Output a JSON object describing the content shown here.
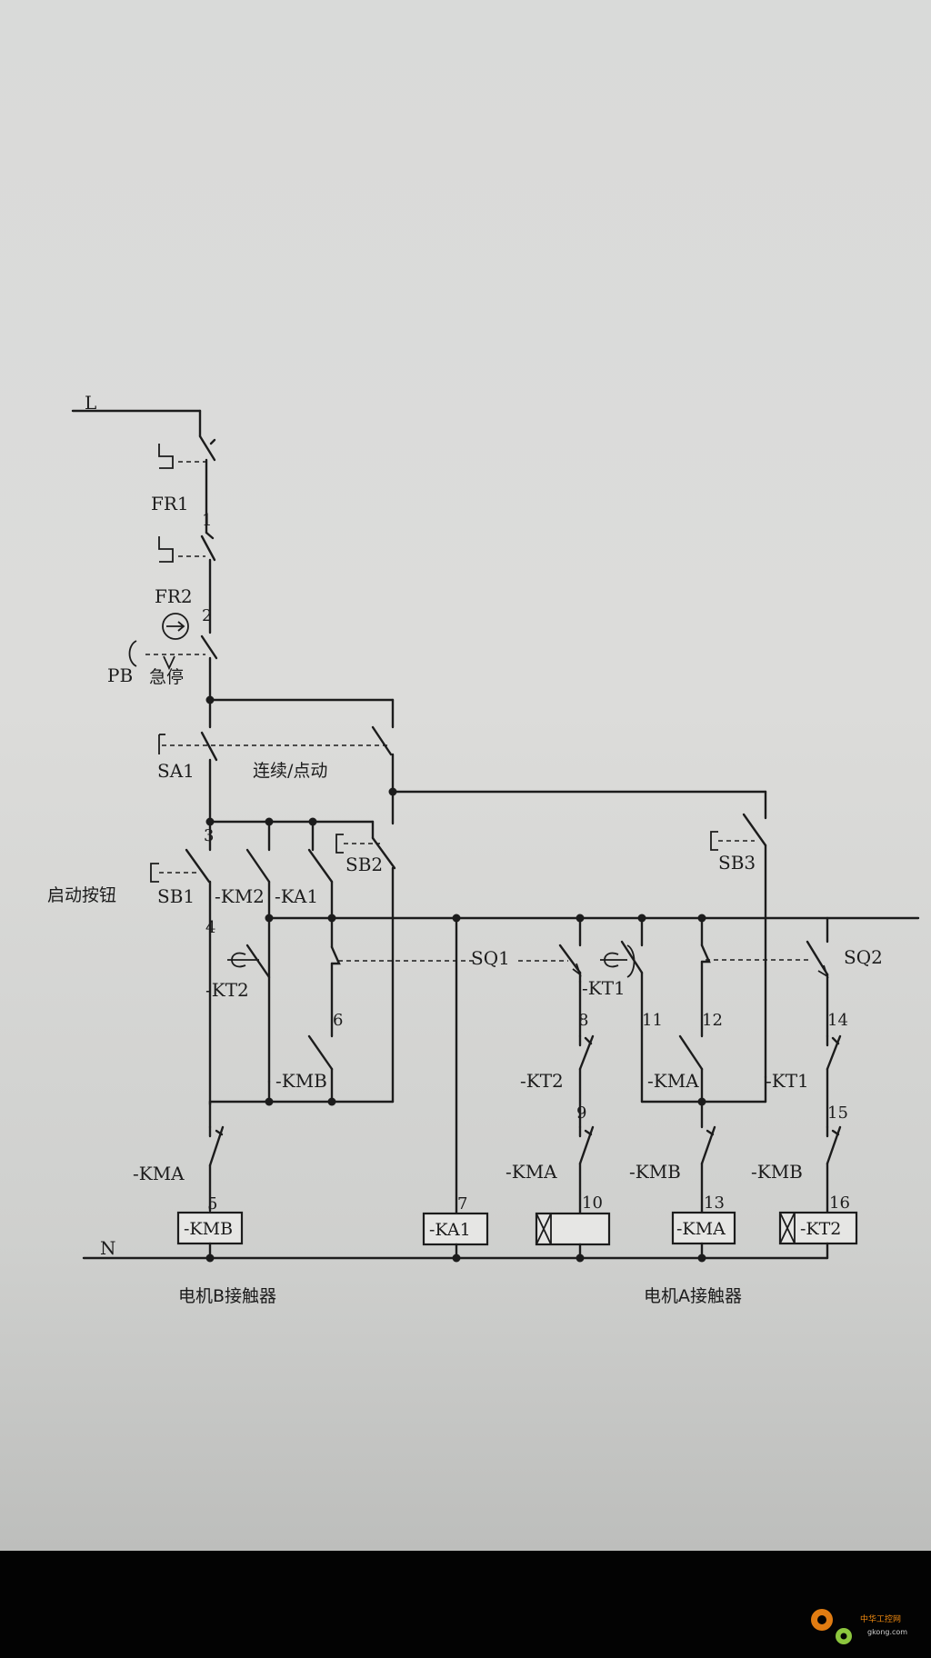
{
  "rails": {
    "line": "L",
    "neutral": "N"
  },
  "components": {
    "fr1": "FR1",
    "fr2": "FR2",
    "pb": "PB",
    "pb_cn": "急停",
    "sa1": "SA1",
    "sa1_cn": "连续/点动",
    "sb1": "SB1",
    "sb1_cn": "启动按钮",
    "sb2": "SB2",
    "sb3": "SB3",
    "km2": "-KM2",
    "ka1_contact": "-KA1",
    "kt2_contact": "-KT2",
    "kmb_contact_mid": "-KMB",
    "kma_contact_left": "-KMA",
    "sq1": "SQ1",
    "sq2": "SQ2",
    "kt1_contact": "-KT1",
    "kt2_contact_right": "-KT2",
    "kma_contact_mid": "-KMA",
    "kt1_contact_right": "-KT1",
    "kma_contact_bottom": "-KMA",
    "kmb_contact_bottom1": "-KMB",
    "kmb_contact_bottom2": "-KMB"
  },
  "coils": {
    "kmb": "-KMB",
    "ka1": "-KA1",
    "kma": "-KMA",
    "kt2": "-KT2"
  },
  "wire_numbers": {
    "n1": "1",
    "n2": "2",
    "n3": "3",
    "n4": "4",
    "n5": "5",
    "n6": "6",
    "n7": "7",
    "n8": "8",
    "n9": "9",
    "n10": "10",
    "n11": "11",
    "n12": "12",
    "n13": "13",
    "n14": "14",
    "n15": "15",
    "n16": "16"
  },
  "captions": {
    "motor_b": "电机B接触器",
    "motor_a": "电机A接触器"
  },
  "watermark": {
    "name": "中华工控网",
    "url": "gkong.com"
  },
  "colors": {
    "paper": "#dcdcda",
    "ink": "#1c1c1c",
    "watermark": "#f08a10"
  }
}
